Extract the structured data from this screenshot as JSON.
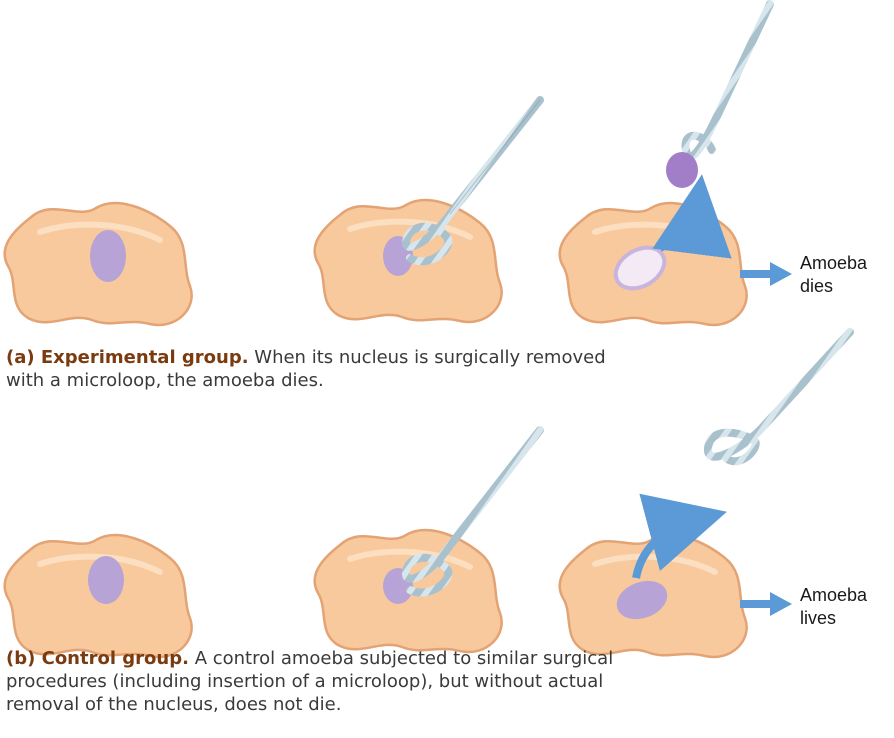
{
  "panel_a": {
    "caption_title": "(a) Experimental group.",
    "caption_text": "When its nucleus is surgically removed with a microloop, the amoeba dies.",
    "outcome_line1": "Amoeba",
    "outcome_line2": "dies"
  },
  "panel_b": {
    "caption_title": "(b) Control group.",
    "caption_text": "A control amoeba subjected to similar surgical procedures (including insertion of a microloop), but without actual removal of the nucleus, does not die.",
    "outcome_line1": "Amoeba",
    "outcome_line2": "lives"
  },
  "colors": {
    "cell_fill": "#f8c99c",
    "cell_stroke": "#e3a374",
    "nucleus": "#b8a3d6",
    "microloop": "#a9c1cc",
    "arrow": "#5b9ad6",
    "caption_title": "#7a3b10"
  }
}
